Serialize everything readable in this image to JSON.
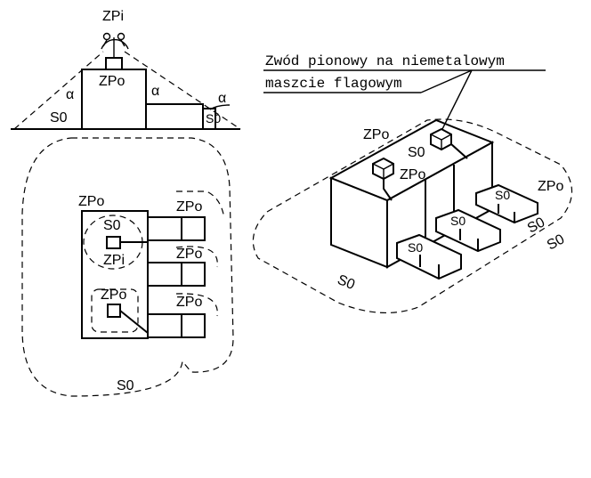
{
  "labels": {
    "zpi": "ZPi",
    "zpo": "ZPo",
    "so": "S0",
    "alpha": "α"
  },
  "title": {
    "line1": "Zwód pionowy na niemetalowym",
    "line2": "maszcie flagowym"
  }
}
